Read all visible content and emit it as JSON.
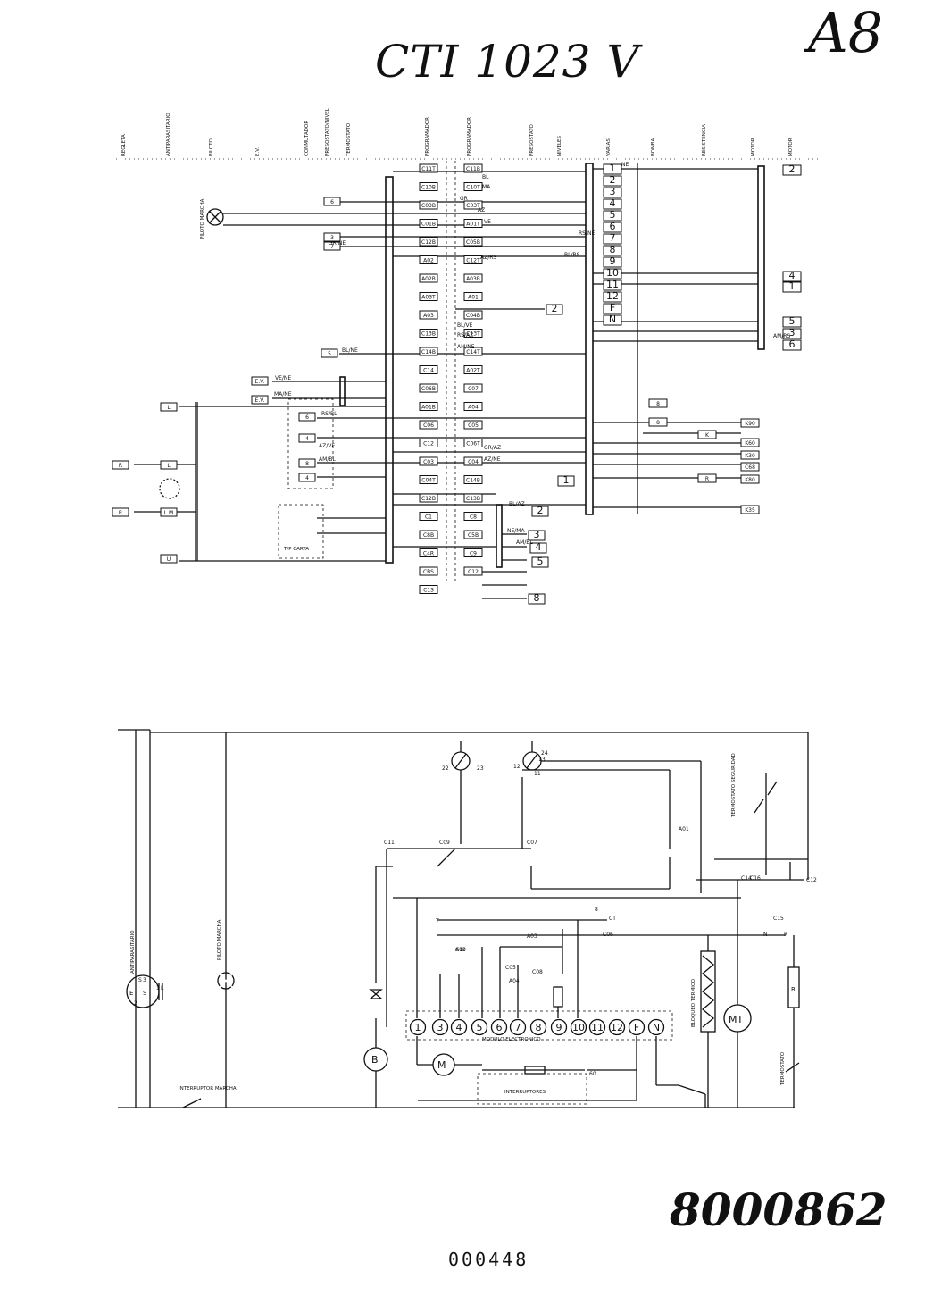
{
  "title": "CTI 1023 V",
  "corner_code": "A8",
  "document_number": "8000862",
  "page_number": "000448",
  "wiring_diagram": {
    "column_headers": [
      "REGLETA",
      "ANTIPARASITARIO",
      "PILOTO",
      "E.V.",
      "CONMUTADOR",
      "PRESOSTATO/NIVEL",
      "TERMOSTATO",
      "PROGRAMADOR",
      "PROGRAMADOR",
      "PRESOSTATO",
      "NIVELES",
      "VARIAS",
      "BOMBA",
      "RESISTENCIA",
      "MOTOR",
      "MOTOR"
    ],
    "pilot_label": "PILOTO MARCHA",
    "wire_colors": [
      "NE",
      "BL",
      "MA",
      "GR",
      "AZ",
      "VE",
      "RS/NE",
      "GR/NE",
      "BL/NE",
      "VE/NE",
      "MA/NE",
      "AZ/RS",
      "AZ/VE",
      "AM/BL",
      "GR/AZ",
      "AZ/NE",
      "BL/AZ",
      "NE/MA",
      "BL/VE",
      "RS/AZ",
      "AM/NE",
      "RS/BL",
      "BL/RS",
      "AM/RS",
      "AM/BL"
    ],
    "left_terminals": [
      "R",
      "L",
      "R",
      "L.M",
      "U",
      "L"
    ],
    "left_block_labels": [
      "E.V.",
      "E.V.",
      "6",
      "3",
      "7",
      "5",
      "6",
      "4",
      "8",
      "4"
    ],
    "left_block_caption": "T/P CARTA",
    "program_contacts": [
      "C11T",
      "C11B",
      "C10B",
      "C10T",
      "C03B",
      "C03T",
      "C01B",
      "A01T",
      "C12B",
      "C05B",
      "A02",
      "C12T",
      "A02B",
      "A03B",
      "A03T",
      "A01",
      "A03",
      "C04B",
      "C13B",
      "C13T",
      "C14B",
      "C14T",
      "C14",
      "A02T",
      "C06B",
      "C07",
      "A01B",
      "A04",
      "C06",
      "C05",
      "C12",
      "C06T",
      "C03",
      "C04",
      "C04T",
      "C14B",
      "C12B",
      "C13B",
      "C1",
      "C8",
      "C8B",
      "C5B",
      "C4R",
      "C9",
      "CBS",
      "C12",
      "C13"
    ],
    "varias_terminals": [
      "1",
      "2",
      "3",
      "4",
      "5",
      "6",
      "7",
      "8",
      "9",
      "10",
      "11",
      "12",
      "F",
      "N"
    ],
    "motor_terminals": [
      "2",
      "4",
      "1",
      "5",
      "3",
      "6"
    ],
    "right_terminals": [
      "R",
      "K",
      "8",
      "8",
      "K90",
      "K60",
      "K30",
      "C68",
      "K80",
      "K35"
    ],
    "misc_boxes": [
      "2",
      "1",
      "2",
      "3",
      "4",
      "5",
      "8"
    ]
  },
  "schematic": {
    "components": {
      "antiparasitario": "ANTIPARASITARIO",
      "piloto": "PILOTO MARCHA",
      "interruptor": "INTERRUPTOR MARCHA",
      "modulo": "MODULO ELECTRONICO",
      "interruptores": "INTERRUPTORES",
      "bloqueo": "BLOQUEO TERMICO",
      "termostato": "TERMOSTATO",
      "termostato_seg": "TERMOSTATO SEGURIDAD",
      "bomba_letter": "B",
      "motor_label": "MT",
      "program_motor": "M",
      "resistencia": "R"
    },
    "module_terminals": [
      "1",
      "3",
      "4",
      "5",
      "6",
      "7",
      "8",
      "9",
      "10",
      "11",
      "12",
      "F",
      "N"
    ],
    "contact_labels": [
      "C11",
      "C09",
      "C07",
      "C10",
      "C15",
      "C16",
      "C14",
      "A02",
      "A01",
      "A03",
      "A04",
      "C05",
      "C08",
      "CT",
      "C06",
      "C12",
      "24",
      "23",
      "22",
      "2",
      "3",
      "1",
      "11",
      "12",
      "13",
      "8",
      "T",
      "R",
      "S",
      "N",
      "L",
      "60"
    ]
  }
}
